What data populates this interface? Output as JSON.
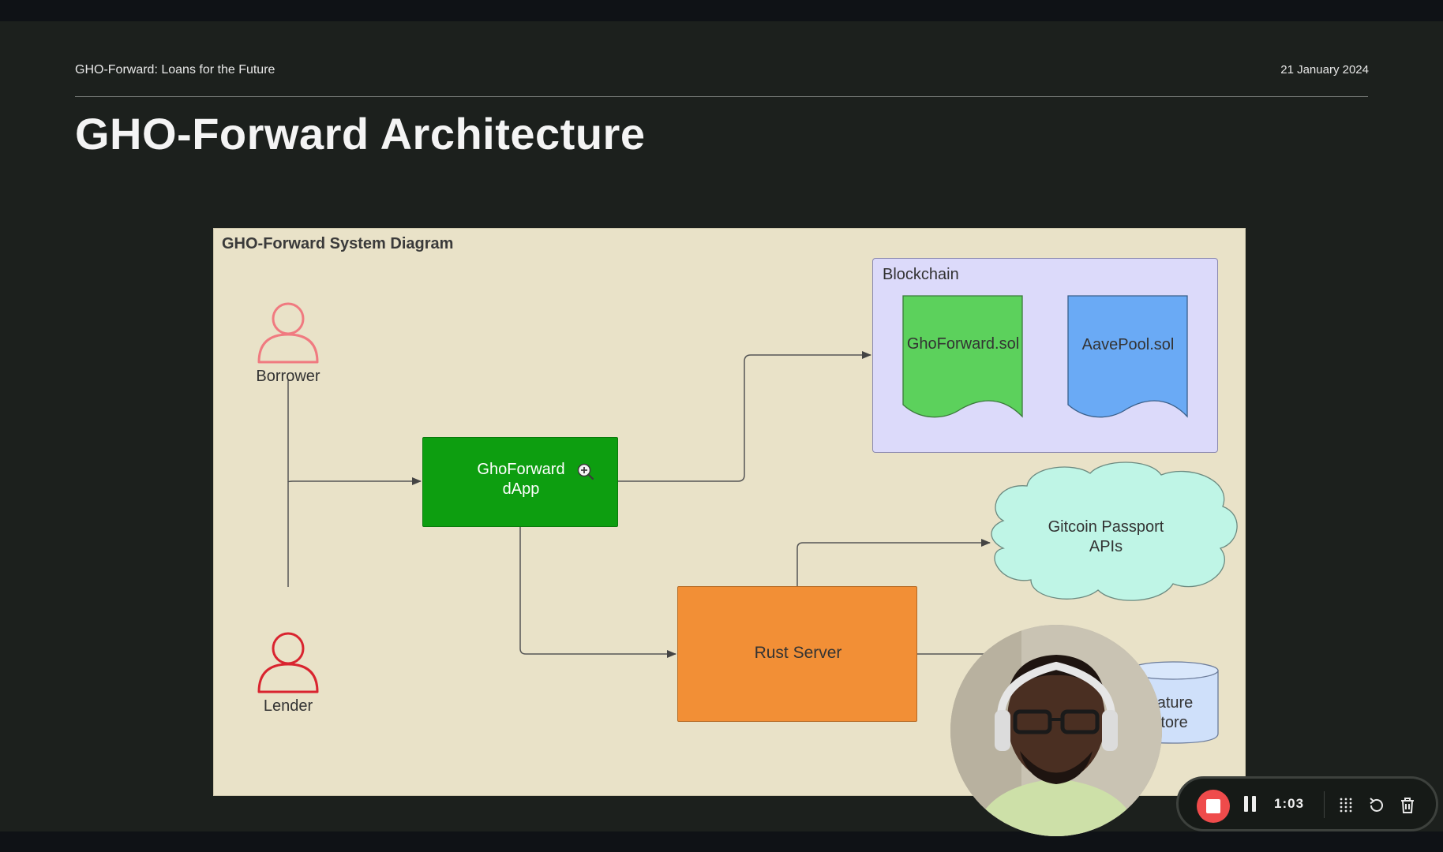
{
  "slide": {
    "header_left": "GHO-Forward: Loans for the Future",
    "header_right": "21 January 2024",
    "title": "GHO-Forward Architecture"
  },
  "diagram": {
    "title": "GHO-Forward System Diagram",
    "actors": {
      "borrower": "Borrower",
      "lender": "Lender"
    },
    "dapp": {
      "line1": "GhoForward",
      "line2": "dApp"
    },
    "blockchain": {
      "label": "Blockchain",
      "contracts": [
        "GhoForward.sol",
        "AavePool.sol"
      ]
    },
    "gitcoin": {
      "line1": "Gitcoin Passport",
      "line2": "APIs"
    },
    "rust_server": "Rust Server",
    "signature_store": {
      "line1": "ignature",
      "line2": "Store"
    },
    "colors": {
      "borrower": "#f07a80",
      "lender": "#d9242f",
      "dapp": "#0d9e10",
      "ghoforward_sol": "#5cd15c",
      "aavepool_sol": "#6aaaf5",
      "blockchain_bg": "#dcdafa",
      "gitcoin_cloud": "#bff5e6",
      "rust_server": "#f28f36",
      "signature_store": "#cfe0fa"
    }
  },
  "recorder": {
    "timer": "1:03",
    "icons": [
      "stop-icon",
      "pause-icon",
      "grid-icon",
      "restart-icon",
      "trash-icon"
    ]
  }
}
